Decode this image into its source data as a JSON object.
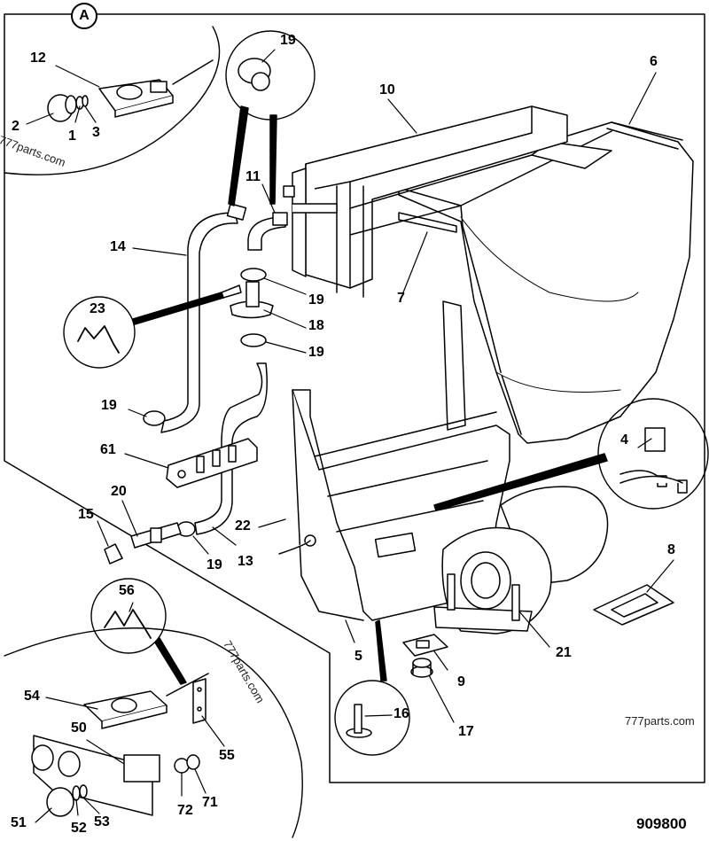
{
  "section_marker": "A",
  "figure_number": "909800",
  "watermarks": {
    "top_left": "777parts.com",
    "middle": "777parts.com",
    "right": "777parts.com"
  },
  "callouts": {
    "c1": "1",
    "c2": "2",
    "c3": "3",
    "c4": "4",
    "c5": "5",
    "c6": "6",
    "c7": "7",
    "c8": "8",
    "c9": "9",
    "c10": "10",
    "c11": "11",
    "c12": "12",
    "c13": "13",
    "c14": "14",
    "c15": "15",
    "c16": "16",
    "c17": "17",
    "c18": "18",
    "c19a": "19",
    "c19b": "19",
    "c19c": "19",
    "c19d": "19",
    "c19e": "19",
    "c20": "20",
    "c21": "21",
    "c22": "22",
    "c23": "23",
    "c50": "50",
    "c51": "51",
    "c52": "52",
    "c53": "53",
    "c54": "54",
    "c55": "55",
    "c56": "56",
    "c61": "61",
    "c71": "71",
    "c72": "72"
  }
}
